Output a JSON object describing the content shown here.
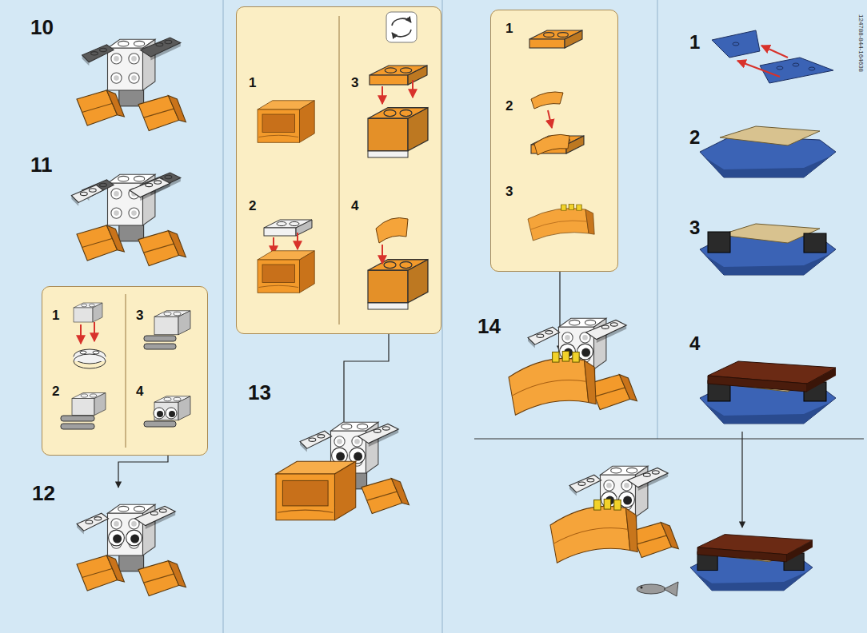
{
  "diagram": {
    "nodes": [
      {
        "text": [
          "1",
          "2",
          "3",
          "4"
        ]
      },
      {
        "text": [
          "1",
          "2",
          "3",
          "4"
        ]
      },
      {
        "text": [
          "1",
          "2",
          "3"
        ]
      }
    ],
    "labels": [
      "10",
      "11",
      "12",
      "13",
      "14",
      "1",
      "2",
      "3",
      "4",
      "124788-844-164638"
    ]
  }
}
